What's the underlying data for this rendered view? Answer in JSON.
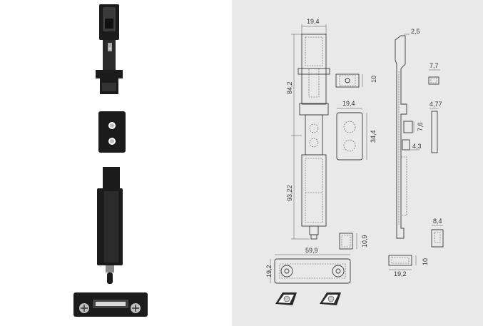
{
  "dimensions": {
    "body_width": "19,4",
    "upper_length": "84,2",
    "lower_length": "93,22",
    "block_height": "10",
    "plate_width": "19,4",
    "plate_height": "34,4",
    "offset_top": "2,5",
    "clip_width": "7,7",
    "clip_thickness": "4,77",
    "slot_height": "7,6",
    "slot_offset": "4,3",
    "cap_width": "8,4",
    "small_block_height": "10,9",
    "strike_length": "59,9",
    "strike_height": "19,2",
    "base_width": "19,2",
    "base_height": "10"
  },
  "colors": {
    "drawing_background": "#e9e9e9",
    "part_black": "#1b1b1b",
    "line": "#3a3a3a"
  }
}
